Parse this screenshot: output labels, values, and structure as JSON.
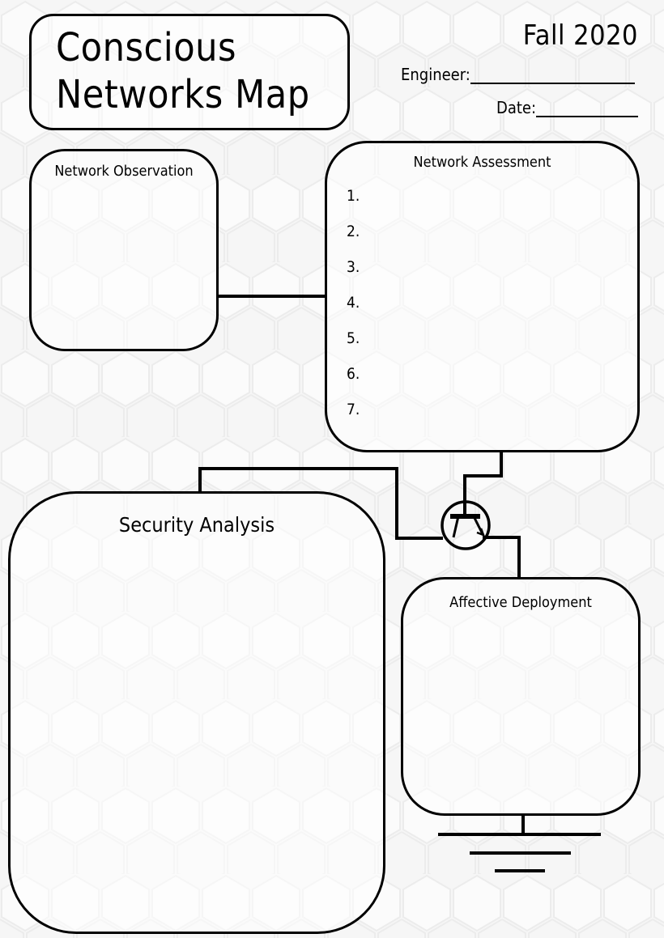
{
  "header": {
    "title_line1": "Conscious",
    "title_line2": "Networks Map",
    "term": "Fall 2020",
    "engineer_label": "Engineer:",
    "date_label": "Date:"
  },
  "boxes": {
    "observation_title": "Network Observation",
    "assessment_title": "Network Assessment",
    "security_title": "Security Analysis",
    "affective_title": "Affective Deployment"
  },
  "assessment_items": [
    "1.",
    "2.",
    "3.",
    "4.",
    "5.",
    "6.",
    "7."
  ]
}
